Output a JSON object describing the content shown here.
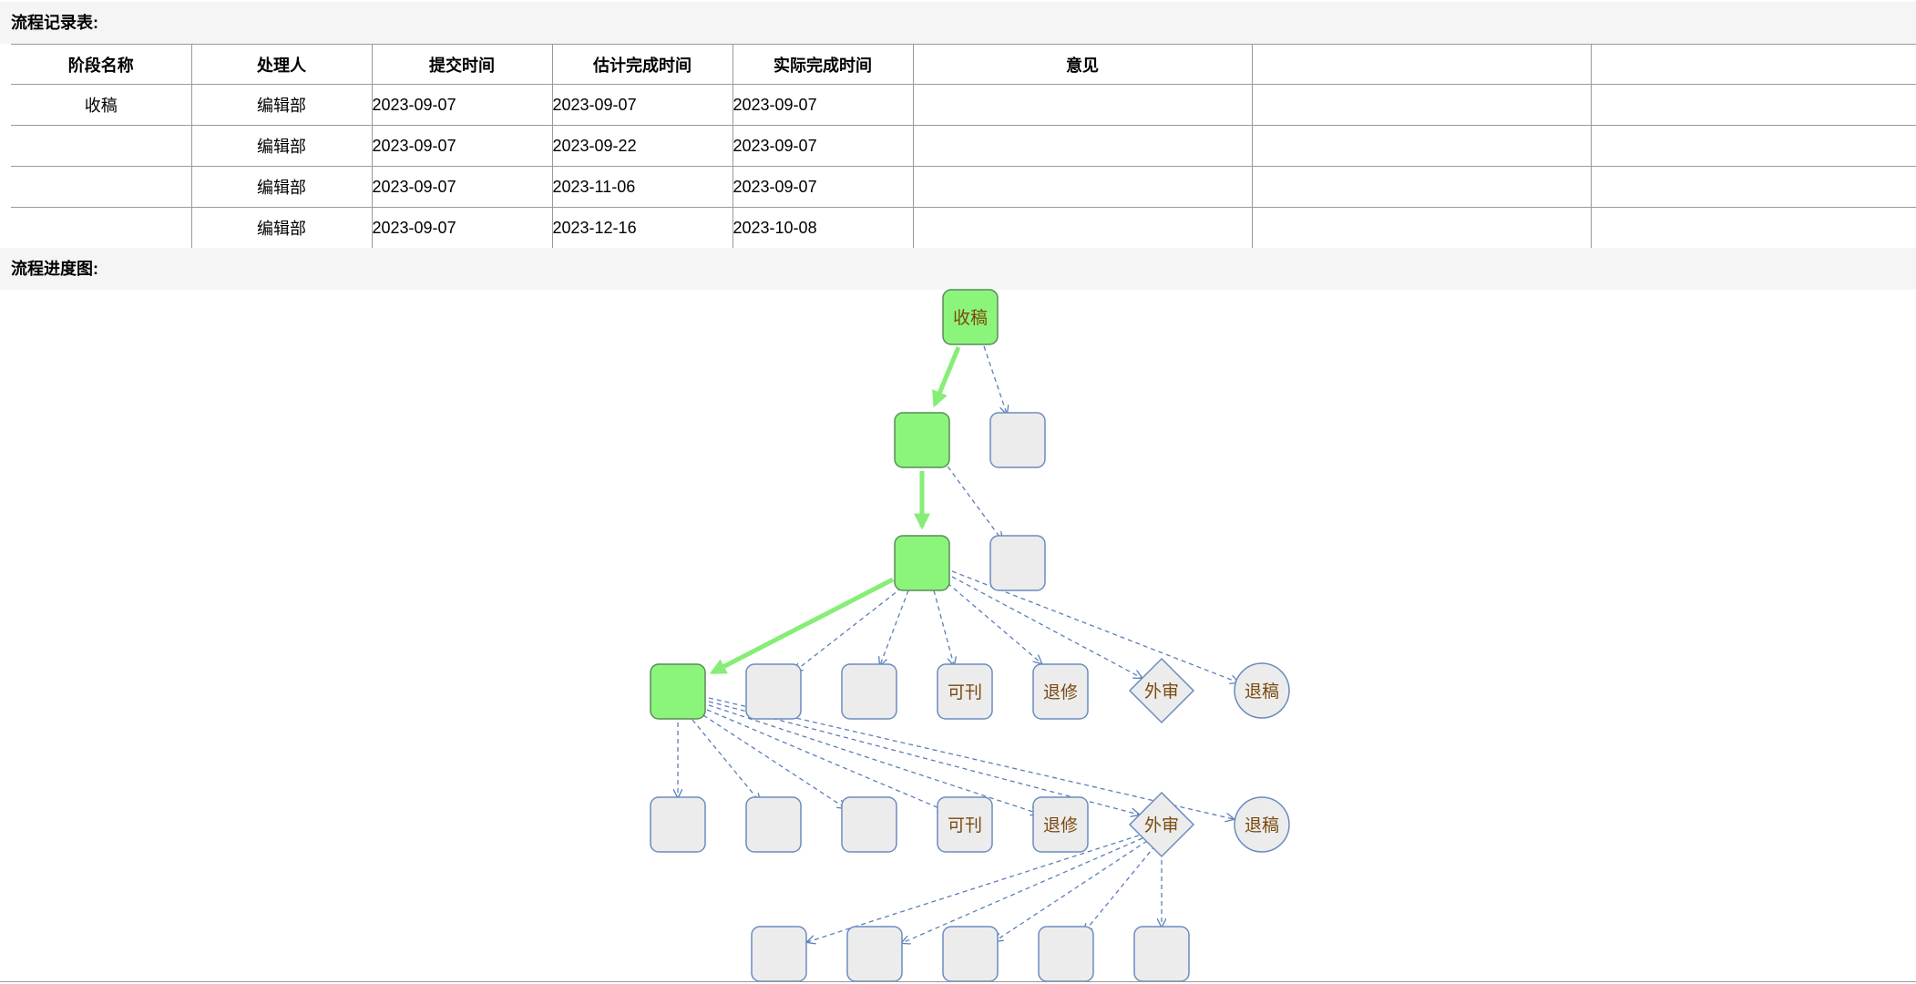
{
  "records": {
    "title": "流程记录表:",
    "headers": [
      "阶段名称",
      "处理人",
      "提交时间",
      "估计完成时间",
      "实际完成时间",
      "意见",
      "",
      ""
    ],
    "rows": [
      {
        "stage": "收稿",
        "handler": "编辑部",
        "submitted": "2023-09-07",
        "estimated": "2023-09-07",
        "actual": "2023-09-07",
        "opinion": ""
      },
      {
        "stage": "",
        "handler": "编辑部",
        "submitted": "2023-09-07",
        "estimated": "2023-09-22",
        "actual": "2023-09-07",
        "opinion": ""
      },
      {
        "stage": "",
        "handler": "编辑部",
        "submitted": "2023-09-07",
        "estimated": "2023-11-06",
        "actual": "2023-09-07",
        "opinion": ""
      },
      {
        "stage": "",
        "handler": "编辑部",
        "submitted": "2023-09-07",
        "estimated": "2023-12-16",
        "actual": "2023-10-08",
        "opinion": ""
      }
    ]
  },
  "progress": {
    "title": "流程进度图:",
    "colors": {
      "done_fill": "#8af57a",
      "done_stroke": "#5a8a5a",
      "todo_fill": "#ececec",
      "todo_stroke": "#6a8cc0",
      "done_edge": "#86ee76",
      "todo_edge": "#5a7fb8",
      "label": "#7a4a10"
    },
    "labels": {
      "n0": "收稿",
      "r3_kekan": "可刊",
      "r3_tuixiu": "退修",
      "r3_waishen": "外审",
      "r3_tuigao": "退稿",
      "r4_kekan": "可刊",
      "r4_tuixiu": "退修",
      "r4_waishen": "外审",
      "r4_tuigao": "退稿"
    }
  }
}
